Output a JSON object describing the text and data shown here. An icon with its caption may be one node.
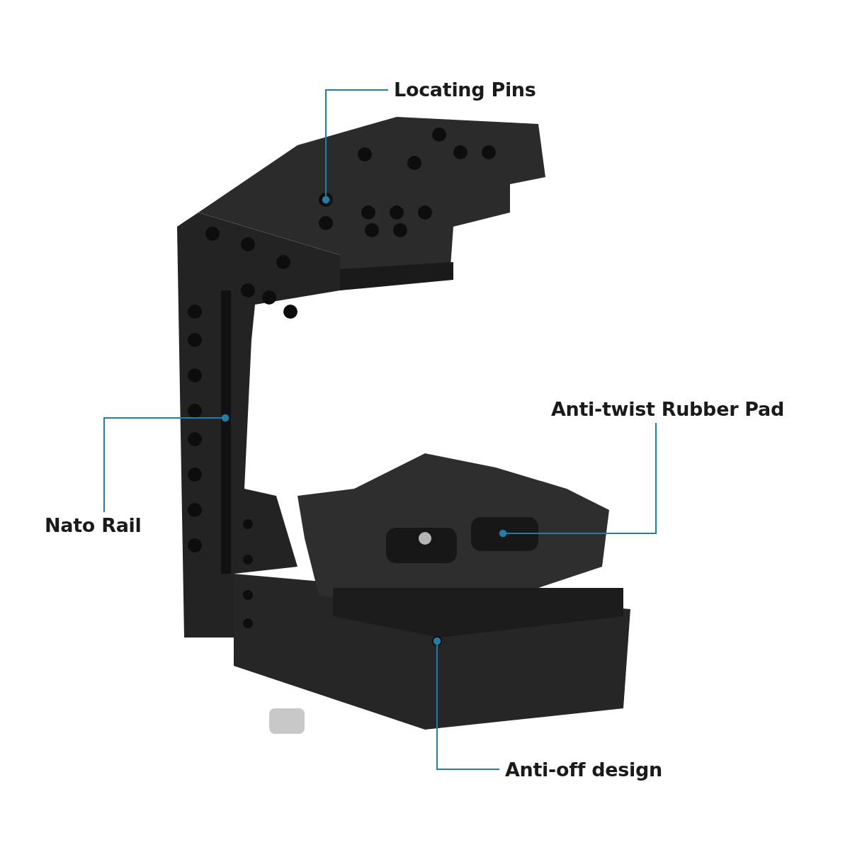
{
  "diagram": {
    "nodes": [
      {
        "text": [
          "Locating Pins"
        ]
      },
      {
        "text": [
          "Nato Rail"
        ]
      },
      {
        "text": [
          "Anti-twist Rubber Pad"
        ]
      },
      {
        "text": [
          "Anti-off design"
        ]
      }
    ],
    "edges": [
      {
        "from": 0,
        "to": null,
        "arrow": "other"
      },
      {
        "from": 1,
        "to": null,
        "arrow": "other"
      },
      {
        "from": 2,
        "to": null,
        "arrow": "other"
      },
      {
        "from": 3,
        "to": null,
        "arrow": "other"
      }
    ]
  }
}
